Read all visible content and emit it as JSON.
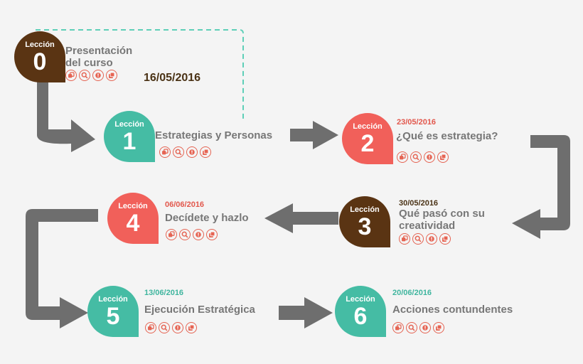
{
  "colors": {
    "teal": "#45bca4",
    "coral": "#f1605a",
    "brown": "#5a3413",
    "arrow": "#6e6e6e",
    "dashed_line": "#5ecfb8",
    "icon": "#e56453",
    "date_pink": "#e2574c",
    "date_teal": "#3fb59e"
  },
  "icon_set": [
    "layers-icon",
    "search-icon",
    "info-icon",
    "copy-icon"
  ],
  "lessons": [
    {
      "label": "Lección",
      "number": "0",
      "title_line1": "Presentación",
      "title_line2": "del curso",
      "date": "16/05/2016",
      "color": "brown"
    },
    {
      "label": "Lección",
      "number": "1",
      "title_line1": "Estrategias y Personas",
      "title_line2": "",
      "date": "",
      "color": "teal"
    },
    {
      "label": "Lección",
      "number": "2",
      "title_line1": "¿Qué es estrategia?",
      "title_line2": "",
      "date": "23/05/2016",
      "color": "coral"
    },
    {
      "label": "Lección",
      "number": "3",
      "title_line1": "Qué pasó con su",
      "title_line2": "creatividad",
      "date": "30/05/2016",
      "color": "brown"
    },
    {
      "label": "Lección",
      "number": "4",
      "title_line1": "Decídete y hazlo",
      "title_line2": "",
      "date": "06/06/2016",
      "color": "coral"
    },
    {
      "label": "Lección",
      "number": "5",
      "title_line1": "Ejecución Estratégica",
      "title_line2": "",
      "date": "13/06/2016",
      "color": "teal"
    },
    {
      "label": "Lección",
      "number": "6",
      "title_line1": "Acciones contundentes",
      "title_line2": "",
      "date": "20/06/2016",
      "color": "teal"
    }
  ]
}
